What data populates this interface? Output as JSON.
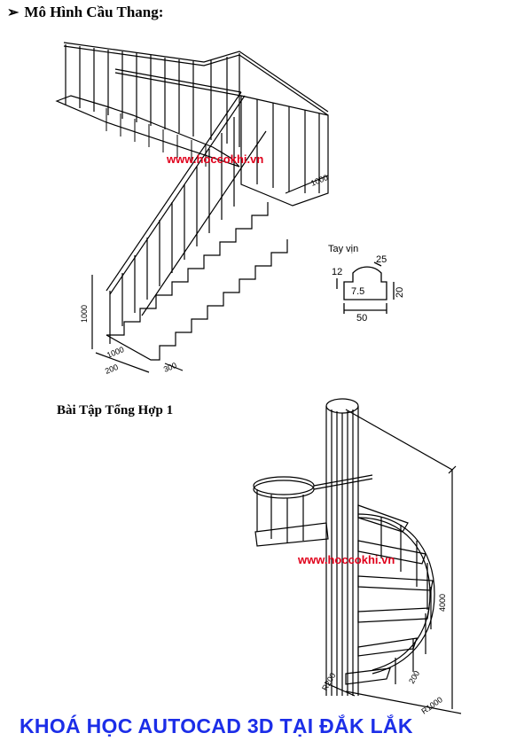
{
  "heading": {
    "bullet": "➢",
    "title": "Mô Hình Cầu Thang:"
  },
  "drawing1": {
    "watermark": "www.hoccokhi.vn",
    "dims": {
      "top_right": "1000",
      "height": "1000",
      "step_len": "1000",
      "step_w": "200",
      "bottom": "300"
    },
    "caption": "Bài Tập Tổng Hợp 1"
  },
  "handrail_profile": {
    "title": "Tay vịn",
    "radius": "25",
    "left": "12",
    "inner": "7.5",
    "height": "20",
    "width": "50"
  },
  "drawing2": {
    "watermark": "www.hoccokhi.vn",
    "dims": {
      "height": "4000",
      "r_inner": "R200",
      "r_outer": "R1000",
      "step": "200"
    }
  },
  "footer": {
    "text": "KHOÁ HỌC AUTOCAD 3D TẠI ĐẮK LẮK"
  }
}
